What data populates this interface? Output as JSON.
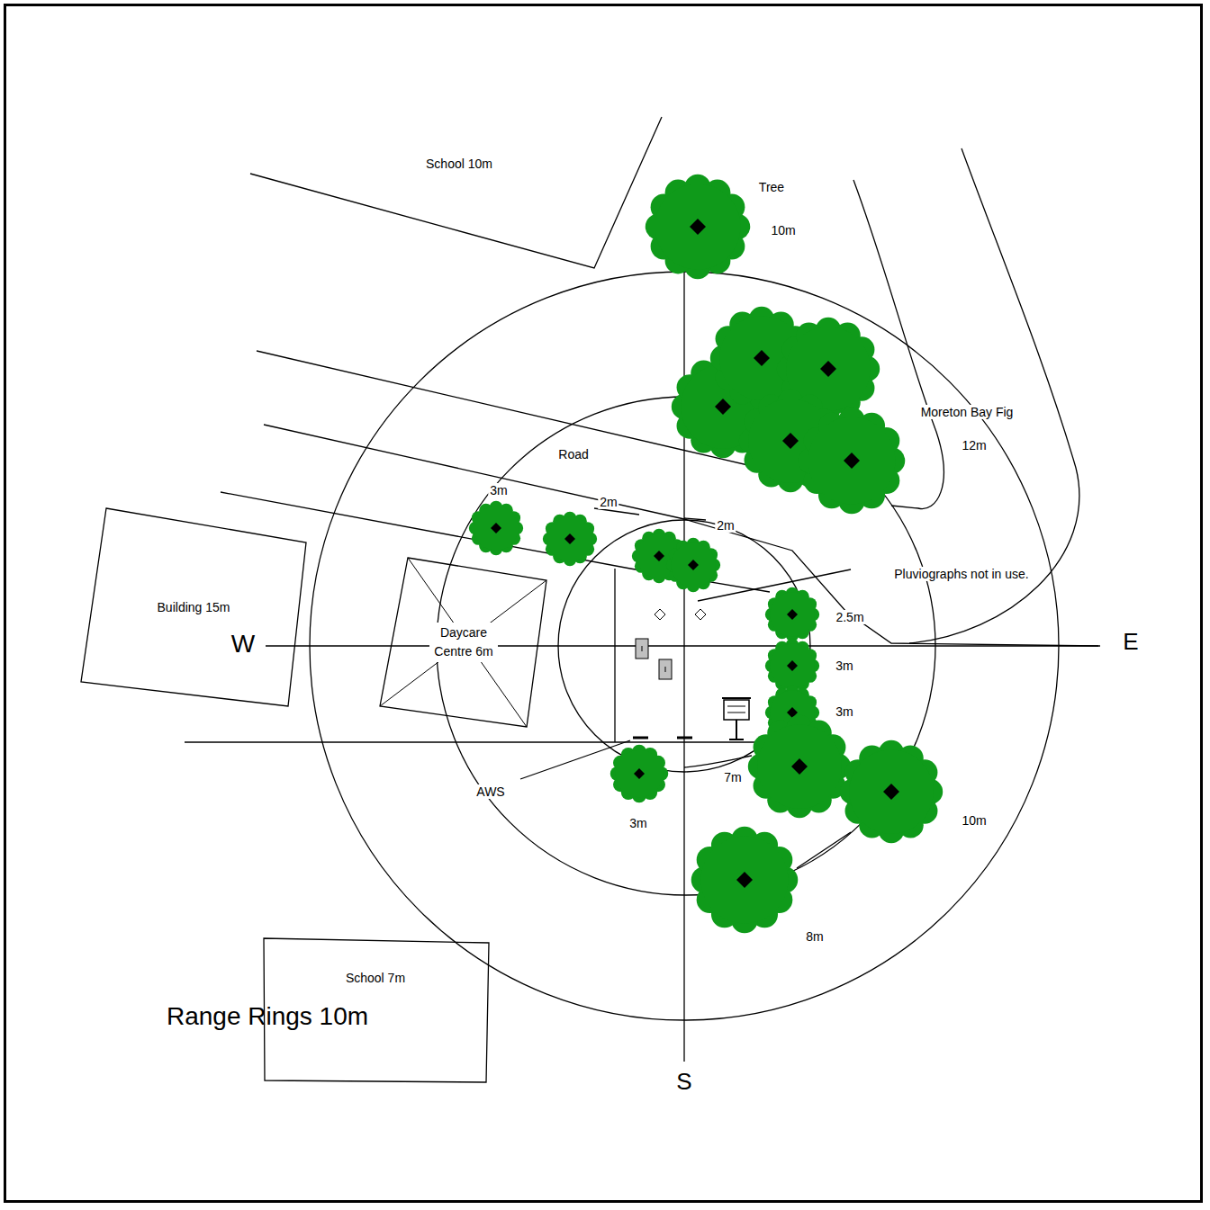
{
  "diagram": {
    "nodes": [
      {
        "text": [
          "Building 15m"
        ]
      },
      {
        "text": [
          "Daycare Centre 6m"
        ]
      },
      {
        "text": [
          "School 7m"
        ]
      }
    ],
    "edges": [],
    "labels": [
      "School 10m",
      "Tree",
      "10m",
      "Moreton Bay Fig",
      "12m",
      "Road",
      "3m",
      "2m",
      "2m",
      "Pluviographs not in use.",
      "2.5m",
      "3m",
      "3m",
      "W",
      "E",
      "AWS",
      "7m",
      "3m",
      "10m",
      "8m",
      "S",
      "Range Rings 10m"
    ]
  }
}
